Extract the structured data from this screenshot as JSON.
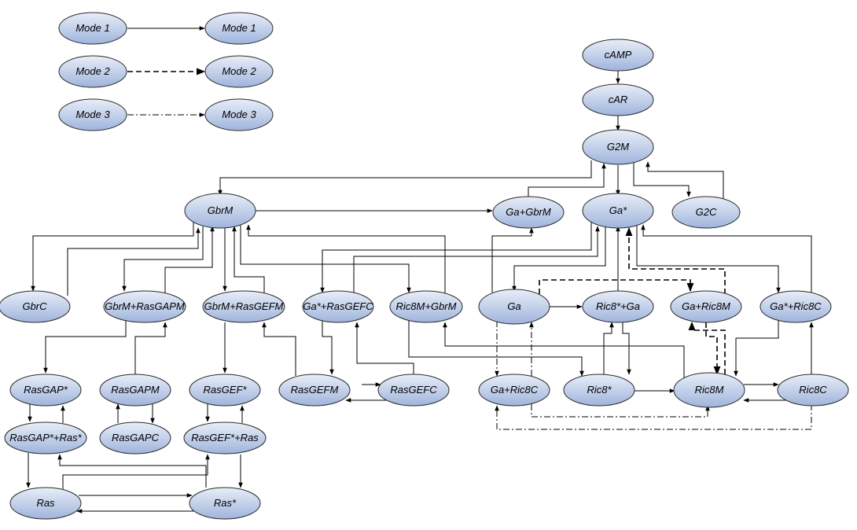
{
  "colors": {
    "node_fill_top": "#e8eef8",
    "node_fill_bottom": "#9fb4dc",
    "edge": "#000000"
  },
  "legend": [
    {
      "style": "solid",
      "source": "Mode 1",
      "target": "Mode 1"
    },
    {
      "style": "dashed",
      "source": "Mode 2",
      "target": "Mode 2"
    },
    {
      "style": "dashdot",
      "source": "Mode 3",
      "target": "Mode 3"
    }
  ],
  "nodes": {
    "cAMP": "cAMP",
    "cAR": "cAR",
    "G2M": "G2M",
    "G2C": "G2C",
    "GbrM": "GbrM",
    "GaGbrM": "Ga+GbrM",
    "GaStar": "Ga*",
    "GbrC": "GbrC",
    "GbrMRasGAPM": "GbrM+RasGAPM",
    "GbrMRasGEFM": "GbrM+RasGEFM",
    "GaStarRasGEFC": "Ga*+RasGEFC",
    "Ric8MGbrM": "Ric8M+GbrM",
    "Ga": "Ga",
    "Ric8StarGa": "Ric8*+Ga",
    "GaRic8M": "Ga+Ric8M",
    "GaStarRic8C": "Ga*+Ric8C",
    "RasGAPStar": "RasGAP*",
    "RasGAPM": "RasGAPM",
    "RasGEFStar": "RasGEF*",
    "RasGEFM": "RasGEFM",
    "RasGEFC": "RasGEFC",
    "GaRic8C": "Ga+Ric8C",
    "Ric8Star": "Ric8*",
    "Ric8M": "Ric8M",
    "Ric8C": "Ric8C",
    "RasGAPStarRasStar": "RasGAP*+Ras*",
    "RasGAPC": "RasGAPC",
    "RasGEFStarRas": "RasGEF*+Ras",
    "Ras": "Ras",
    "RasStar": "Ras*"
  },
  "edges": [
    {
      "from": "cAMP",
      "to": "cAR",
      "mode": 1
    },
    {
      "from": "cAR",
      "to": "G2M",
      "mode": 1
    },
    {
      "from": "G2M",
      "to": "GbrM",
      "mode": 1
    },
    {
      "from": "G2M",
      "to": "GaStar",
      "mode": 1
    },
    {
      "from": "G2M",
      "to": "G2C",
      "mode": 1
    },
    {
      "from": "G2C",
      "to": "G2M",
      "mode": 1
    },
    {
      "from": "GaGbrM",
      "to": "G2M",
      "mode": 1
    },
    {
      "from": "GbrM",
      "to": "GaGbrM",
      "mode": 1
    },
    {
      "from": "Ga",
      "to": "GaGbrM",
      "mode": 1
    },
    {
      "from": "GbrM",
      "to": "GbrC",
      "mode": 1
    },
    {
      "from": "GbrC",
      "to": "GbrM",
      "mode": 1
    },
    {
      "from": "GbrM",
      "to": "GbrMRasGAPM",
      "mode": 1
    },
    {
      "from": "GbrMRasGAPM",
      "to": "GbrM",
      "mode": 1
    },
    {
      "from": "GbrM",
      "to": "GbrMRasGEFM",
      "mode": 1
    },
    {
      "from": "GbrMRasGEFM",
      "to": "GbrM",
      "mode": 1
    },
    {
      "from": "GbrM",
      "to": "Ric8MGbrM",
      "mode": 1
    },
    {
      "from": "Ric8MGbrM",
      "to": "GbrM",
      "mode": 1
    },
    {
      "from": "GaStar",
      "to": "GaStarRasGEFC",
      "mode": 1
    },
    {
      "from": "GaStarRasGEFC",
      "to": "GaStar",
      "mode": 1
    },
    {
      "from": "GaStar",
      "to": "Ga",
      "mode": 1
    },
    {
      "from": "Ric8StarGa",
      "to": "GaStar",
      "mode": 1
    },
    {
      "from": "GaStar",
      "to": "GaStarRic8C",
      "mode": 1
    },
    {
      "from": "GaStarRic8C",
      "to": "GaStar",
      "mode": 1
    },
    {
      "from": "GbrMRasGAPM",
      "to": "RasGAPStar",
      "mode": 1
    },
    {
      "from": "RasGAPM",
      "to": "GbrMRasGAPM",
      "mode": 1
    },
    {
      "from": "GbrMRasGEFM",
      "to": "RasGEFStar",
      "mode": 1
    },
    {
      "from": "RasGEFM",
      "to": "GbrMRasGEFM",
      "mode": 1
    },
    {
      "from": "GaStarRasGEFC",
      "to": "RasGEFM",
      "mode": 1
    },
    {
      "from": "RasGEFC",
      "to": "GaStarRasGEFC",
      "mode": 1
    },
    {
      "from": "RasGEFM",
      "to": "RasGEFC",
      "mode": 1
    },
    {
      "from": "RasGEFC",
      "to": "RasGEFM",
      "mode": 1
    },
    {
      "from": "Ga",
      "to": "Ric8StarGa",
      "mode": 1
    },
    {
      "from": "Ric8Star",
      "to": "Ric8StarGa",
      "mode": 1
    },
    {
      "from": "Ric8StarGa",
      "to": "Ric8Star",
      "mode": 1
    },
    {
      "from": "Ric8Star",
      "to": "Ric8M",
      "mode": 1
    },
    {
      "from": "Ric8M",
      "to": "Ric8C",
      "mode": 1
    },
    {
      "from": "Ric8C",
      "to": "Ric8M",
      "mode": 1
    },
    {
      "from": "Ric8C",
      "to": "GaStarRic8C",
      "mode": 1
    },
    {
      "from": "GaStarRic8C",
      "to": "Ric8M",
      "mode": 1
    },
    {
      "from": "Ric8MGbrM",
      "to": "Ric8Star",
      "mode": 1
    },
    {
      "from": "Ric8M",
      "to": "Ric8MGbrM",
      "mode": 1
    },
    {
      "from": "RasGAPStar",
      "to": "RasGAPStarRasStar",
      "mode": 1
    },
    {
      "from": "RasGAPStarRasStar",
      "to": "RasGAPStar",
      "mode": 1
    },
    {
      "from": "RasGAPM",
      "to": "RasGAPC",
      "mode": 1
    },
    {
      "from": "RasGAPC",
      "to": "RasGAPM",
      "mode": 1
    },
    {
      "from": "RasGEFStar",
      "to": "RasGEFStarRas",
      "mode": 1
    },
    {
      "from": "RasGEFStarRas",
      "to": "RasGEFStar",
      "mode": 1
    },
    {
      "from": "RasGAPStarRasStar",
      "to": "Ras",
      "mode": 1
    },
    {
      "from": "RasStar",
      "to": "RasGAPStarRasStar",
      "mode": 1
    },
    {
      "from": "RasGEFStarRas",
      "to": "RasStar",
      "mode": 1
    },
    {
      "from": "Ras",
      "to": "RasGEFStarRas",
      "mode": 1
    },
    {
      "from": "Ras",
      "to": "RasStar",
      "mode": 1
    },
    {
      "from": "RasStar",
      "to": "Ras",
      "mode": 1
    },
    {
      "from": "Ga",
      "to": "GaRic8M",
      "mode": 2
    },
    {
      "from": "GaRic8M",
      "to": "GaStar",
      "mode": 2
    },
    {
      "from": "GaRic8M",
      "to": "Ric8M",
      "mode": 2
    },
    {
      "from": "Ric8M",
      "to": "GaRic8M",
      "mode": 2
    },
    {
      "from": "Ga",
      "to": "GaRic8C",
      "mode": 3
    },
    {
      "from": "GaRic8C",
      "to": "Ga",
      "mode": 3
    },
    {
      "from": "GaRic8C",
      "to": "Ric8M",
      "mode": 3
    },
    {
      "from": "Ric8C",
      "to": "GaRic8C",
      "mode": 3
    }
  ]
}
